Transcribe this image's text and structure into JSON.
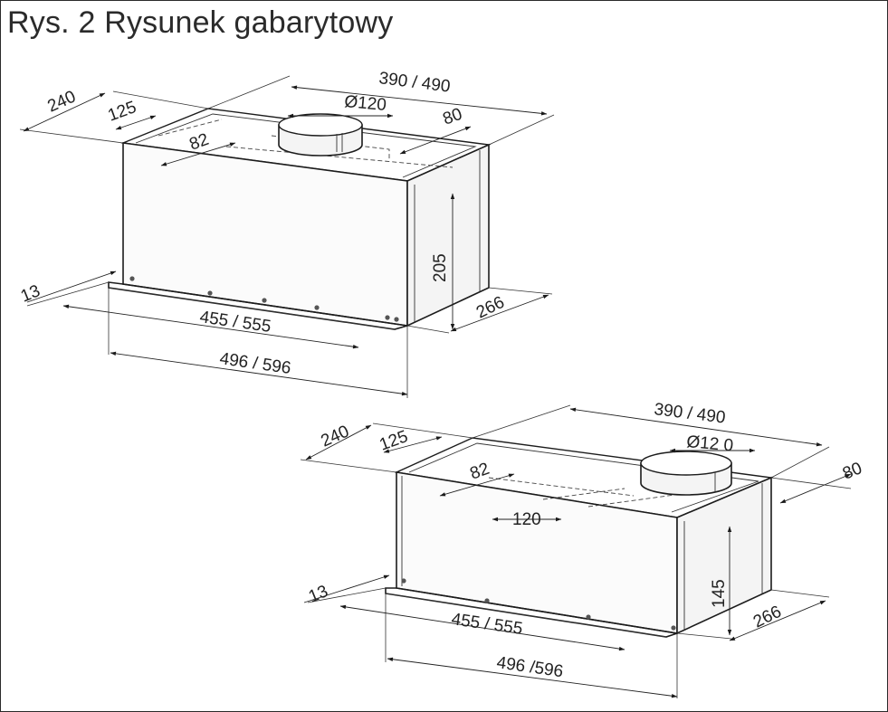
{
  "title": "Rys. 2 Rysunek gabarytowy",
  "views": [
    {
      "id": "upper",
      "dims": {
        "depth": "240",
        "offset_side": "125",
        "duct_center": "82",
        "duct_dia": "Ø120",
        "cutout_width": "390 / 490",
        "duct_offset": "80",
        "height": "205",
        "front_lip": "13",
        "side_depth": "266",
        "cutout_len": "455 / 555",
        "overall_len": "496 / 596"
      }
    },
    {
      "id": "lower",
      "dims": {
        "depth": "240",
        "offset_side": "125",
        "duct_center": "82",
        "duct_pos": "120",
        "duct_dia": "Ø12 0",
        "cutout_width": "390 / 490",
        "duct_offset": "80",
        "height": "145",
        "front_lip": "13",
        "side_depth": "266",
        "cutout_len": "455 / 555",
        "overall_len": "496 /596"
      }
    }
  ]
}
